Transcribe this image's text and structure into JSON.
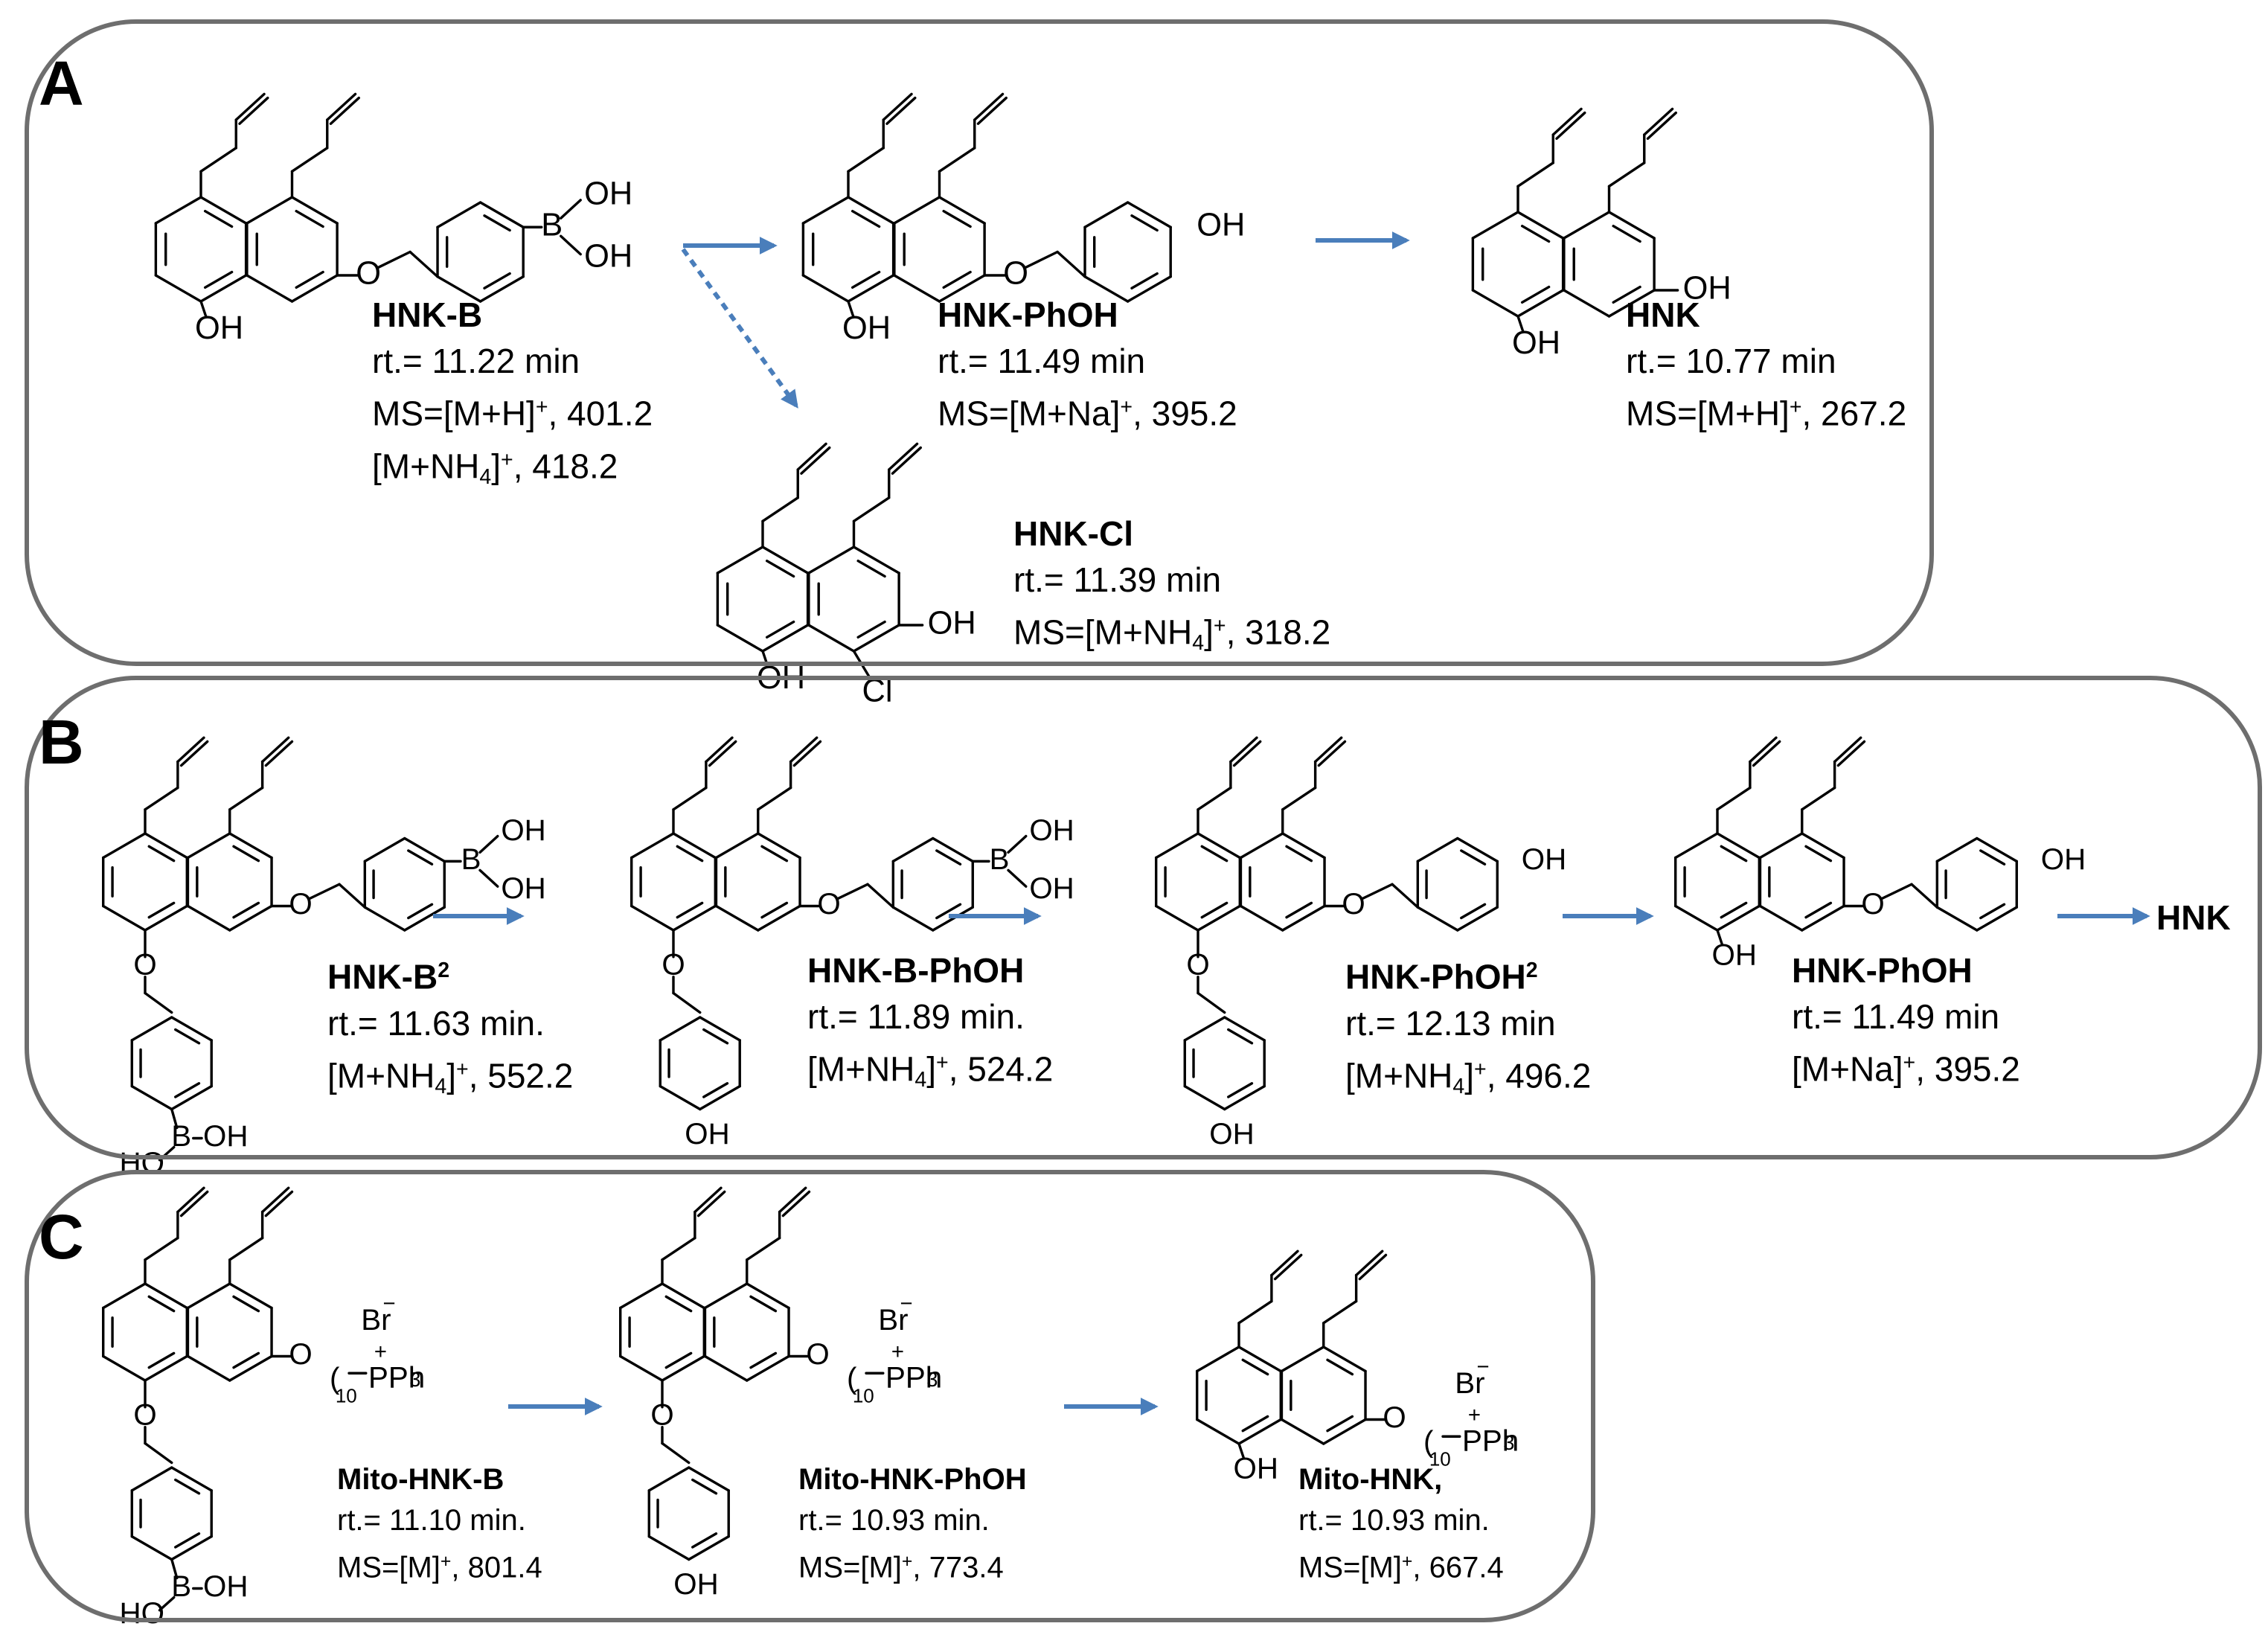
{
  "colors": {
    "arrow": "#4a7ebb",
    "panel_border": "#6e6e6e",
    "bond": "#000000"
  },
  "panels": {
    "a": {
      "letter": "A"
    },
    "b": {
      "letter": "B"
    },
    "c": {
      "letter": "C"
    }
  },
  "compounds": {
    "a_hnkb": {
      "name": "HNK-B",
      "rt": "rt.= 11.22 min",
      "ms_pre": "MS=[M+H]",
      "ms_sup": "+",
      "ms_post": ", 401.2",
      "ms2_pre": "[M+NH",
      "ms2_sub": "4",
      "ms2_mid": "]",
      "ms2_sup": "+",
      "ms2_post": ", 418.2"
    },
    "a_phoh": {
      "name": "HNK-PhOH",
      "rt": "rt.= 11.49 min",
      "ms_pre": "MS=[M+Na]",
      "ms_sup": "+",
      "ms_post": ", 395.2"
    },
    "a_hnk": {
      "name": "HNK",
      "rt": "rt.= 10.77 min",
      "ms_pre": "MS=[M+H]",
      "ms_sup": "+",
      "ms_post": ", 267.2"
    },
    "a_cl": {
      "name": "HNK-Cl",
      "rt": "rt.= 11.39 min",
      "ms_pre": "MS=[M+NH",
      "ms_sub": "4",
      "ms_mid": "]",
      "ms_sup": "+",
      "ms_post": ", 318.2"
    },
    "b_b2": {
      "name": "HNK-B",
      "name_sup": "2",
      "rt": "rt.= 11.63 min.",
      "ms_pre": "[M+NH",
      "ms_sub": "4",
      "ms_mid": "]",
      "ms_sup": "+",
      "ms_post": ", 552.2"
    },
    "b_bphoh": {
      "name": "HNK-B-PhOH",
      "rt": "rt.= 11.89 min.",
      "ms_pre": "[M+NH",
      "ms_sub": "4",
      "ms_mid": "]",
      "ms_sup": "+",
      "ms_post": ", 524.2"
    },
    "b_phoh2": {
      "name": "HNK-PhOH",
      "name_sup": "2",
      "rt": "rt.= 12.13 min",
      "ms_pre": "[M+NH",
      "ms_sub": "4",
      "ms_mid": "]",
      "ms_sup": "+",
      "ms_post": ", 496.2"
    },
    "b_phoh": {
      "name": "HNK-PhOH",
      "rt": "rt.= 11.49 min",
      "ms_pre": "[M+Na]",
      "ms_sup": "+",
      "ms_post": ", 395.2"
    },
    "c_mitob": {
      "name": "Mito-HNK-B",
      "rt": "rt.= 11.10 min.",
      "ms_pre": "MS=[M]",
      "ms_sup": "+",
      "ms_post": ", 801.4"
    },
    "c_mitophoh": {
      "name": "Mito-HNK-PhOH",
      "rt": "rt.= 10.93 min.",
      "ms_pre": "MS=[M]",
      "ms_sup": "+",
      "ms_post": ", 773.4"
    },
    "c_mitohnk": {
      "name": "Mito-HNK,",
      "rt": "rt.= 10.93 min.",
      "ms_pre": "MS=[M]",
      "ms_sup": "+",
      "ms_post": ", 667.4"
    }
  },
  "end_product": "HNK",
  "atoms": {
    "oh": "OH",
    "ho": "HO",
    "o": "O",
    "b": "B",
    "cl": "Cl",
    "br": "Br",
    "minus": "−",
    "plus": "+",
    "p": "P",
    "ph": "Ph",
    "three": "3",
    "ten": "10"
  }
}
